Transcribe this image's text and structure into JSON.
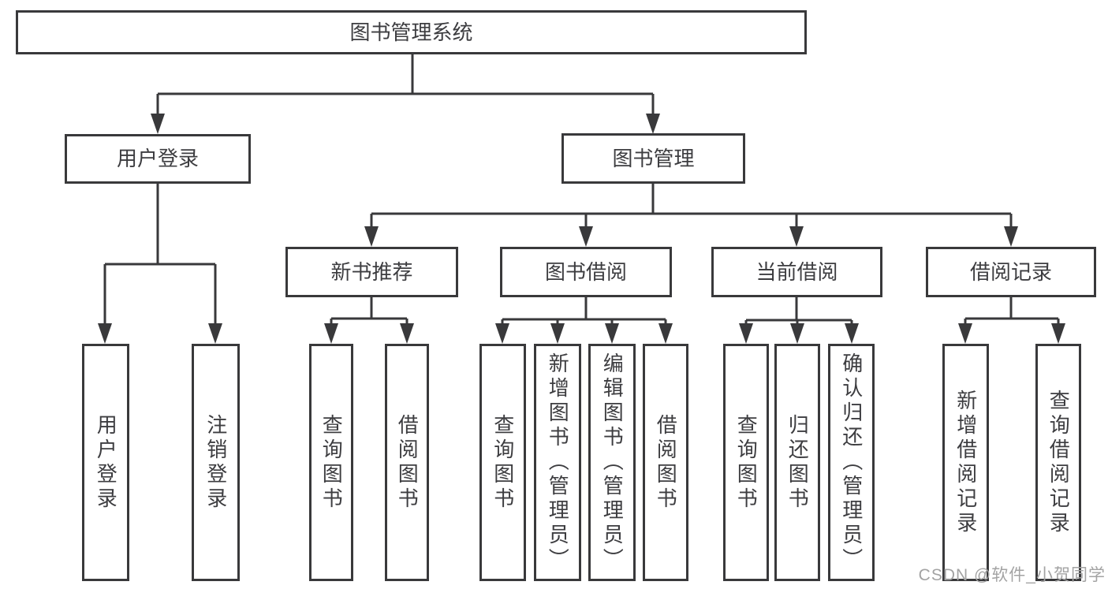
{
  "colors": {
    "line": "#39393b",
    "box_border": "#39393b",
    "text": "#3d3d40",
    "watermark": "#a3a3a3",
    "background": "#ffffff"
  },
  "watermark": {
    "text": "CSDN @软件_小贺同学"
  },
  "tree": {
    "root": {
      "label": "图书管理系统"
    },
    "user_login": {
      "label": "用户登录",
      "children": {
        "login": {
          "label": "用户登录"
        },
        "logout": {
          "label": "注销登录"
        }
      }
    },
    "book_mgmt": {
      "label": "图书管理",
      "children": {
        "new_book_rec": {
          "label": "新书推荐",
          "children": {
            "query": {
              "label": "查询图书"
            },
            "borrow": {
              "label": "借阅图书"
            }
          }
        },
        "book_borrow": {
          "label": "图书借阅",
          "children": {
            "query": {
              "label": "查询图书"
            },
            "add": {
              "label": "新增图书（管理员）"
            },
            "edit": {
              "label": "编辑图书（管理员）"
            },
            "borrow": {
              "label": "借阅图书"
            }
          }
        },
        "current_borrow": {
          "label": "当前借阅",
          "children": {
            "query": {
              "label": "查询图书"
            },
            "return": {
              "label": "归还图书"
            },
            "confirm": {
              "label": "确认归还（管理员）"
            }
          }
        },
        "borrow_record": {
          "label": "借阅记录",
          "children": {
            "add": {
              "label": "新增借阅记录"
            },
            "query": {
              "label": "查询借阅记录"
            }
          }
        }
      }
    }
  }
}
